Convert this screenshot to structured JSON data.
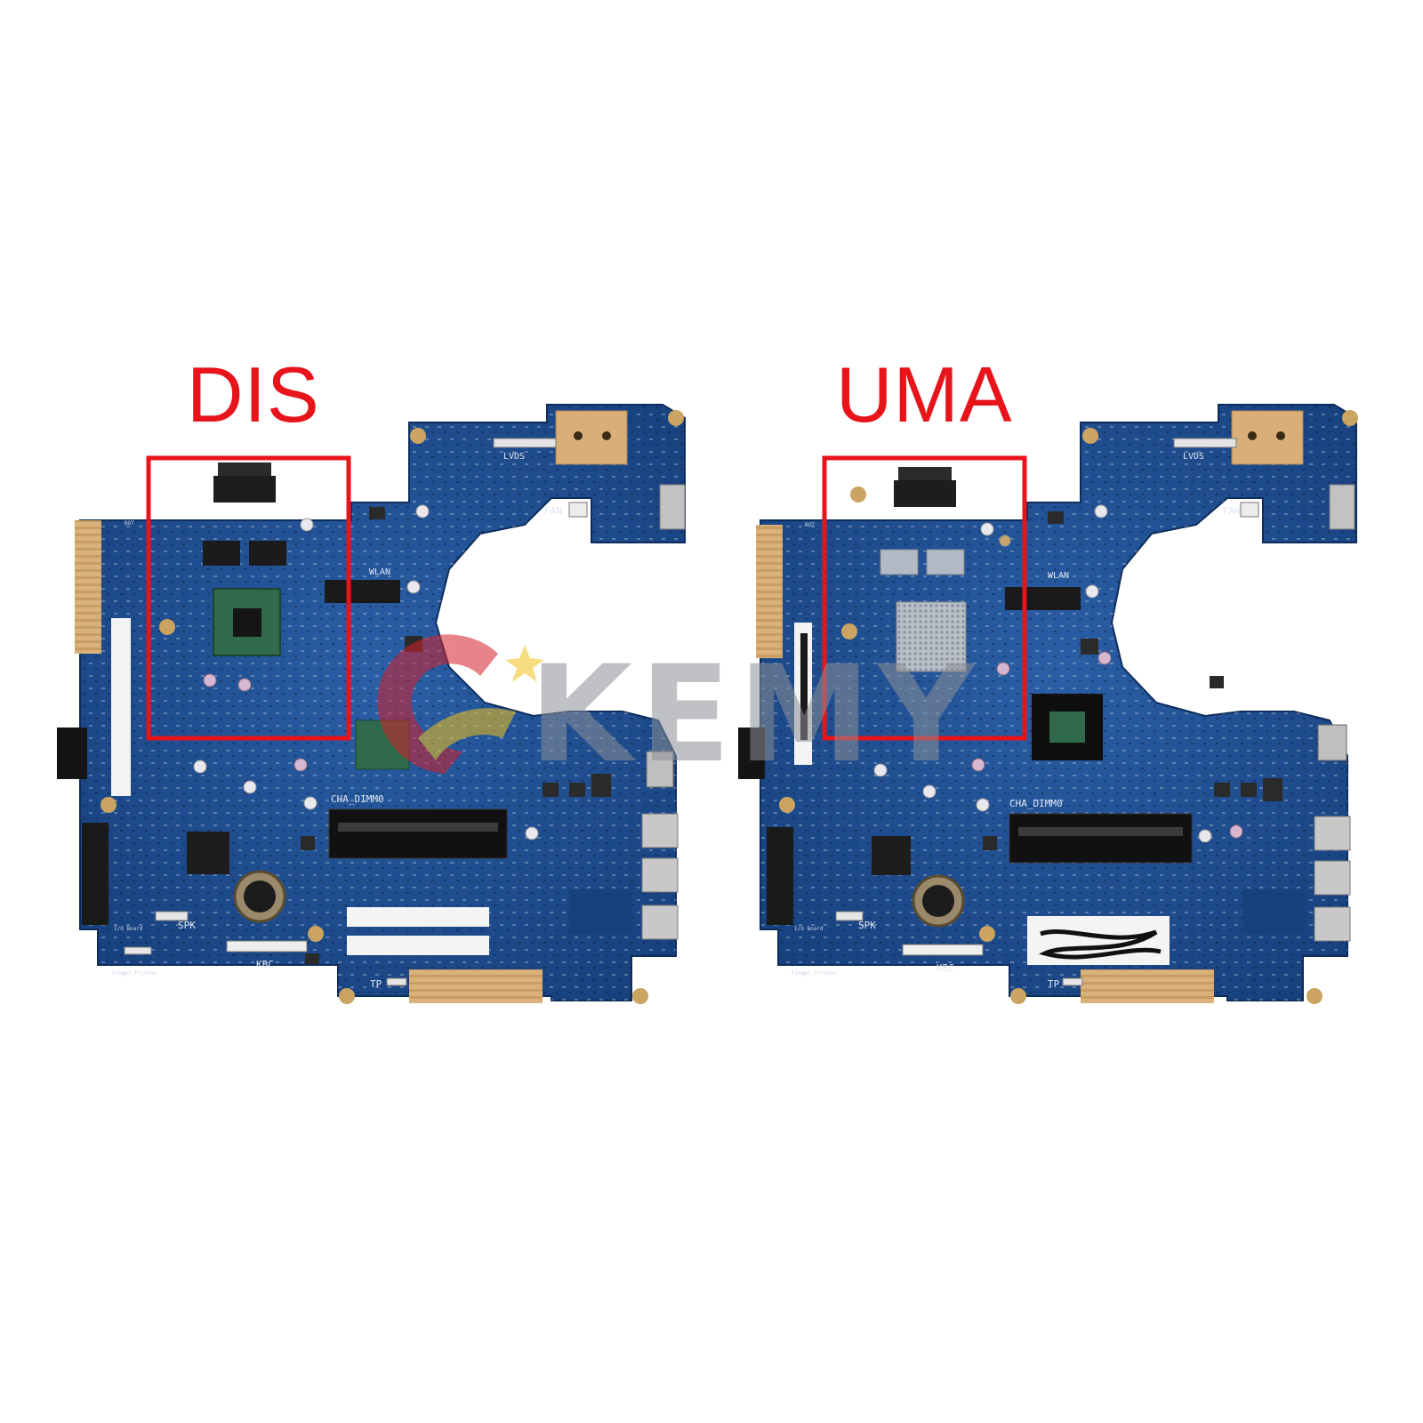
{
  "captions": {
    "left": "DIS",
    "right": "UMA",
    "color": "#e8141b"
  },
  "boards": {
    "left": {
      "labels": {
        "lvds": "LVDS",
        "fan": "FAN",
        "wlan": "WLAN",
        "dimm": "CHA_DIMM0",
        "spk": "SPK",
        "kbc": "KBC",
        "tp": "TP",
        "io_board": "I/O Board",
        "finger": "Finger Printer",
        "bot": "BOT"
      }
    },
    "right": {
      "labels": {
        "lvds": "LVDS",
        "fan": "FAN",
        "wlan": "WLAN",
        "dimm": "CHA_DIMM0",
        "spk": "SPK",
        "kbc": "KBC",
        "tp": "TP",
        "io_board": "I/O Board",
        "finger": "Finger Printer",
        "bot": "BOT"
      }
    }
  },
  "watermark": "KEMY",
  "colors": {
    "pcb": "#1c4d8f",
    "pcb_dark": "#133a72",
    "gold": "#d6b07a",
    "highlight": "#e8141b"
  }
}
